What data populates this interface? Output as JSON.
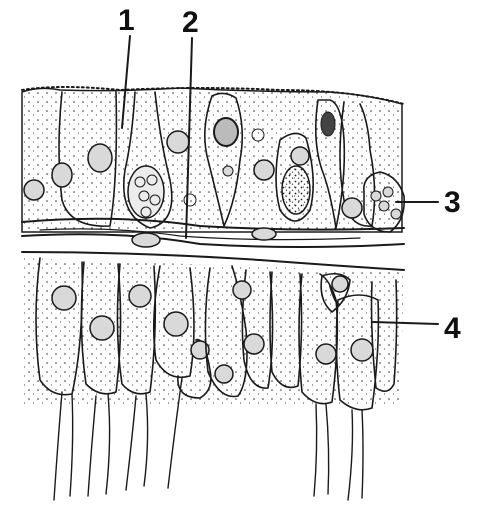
{
  "labels": [
    {
      "id": "1",
      "text": "1"
    },
    {
      "id": "2",
      "text": "2"
    },
    {
      "id": "3",
      "text": "3"
    },
    {
      "id": "4",
      "text": "4"
    }
  ],
  "colors": {
    "ink": "#1a1a1a",
    "background": "#ffffff",
    "nucleus_fill": "#d9d9d9"
  }
}
